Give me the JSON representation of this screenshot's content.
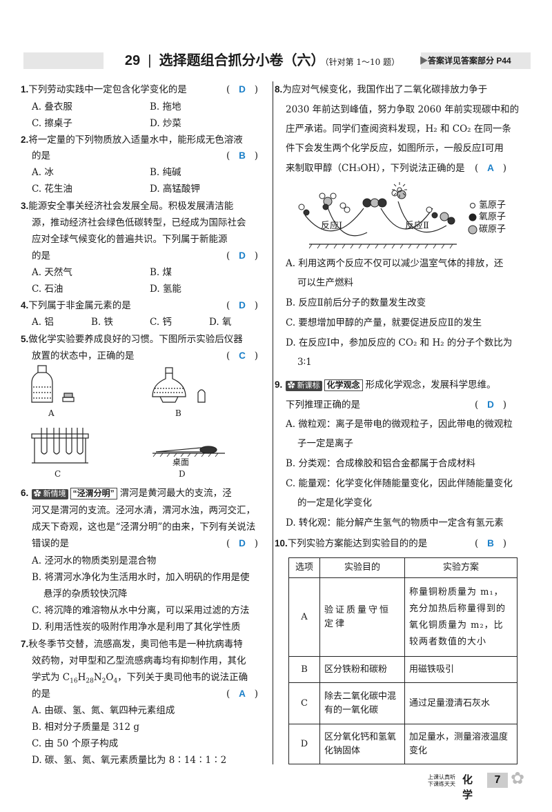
{
  "header": {
    "number": "29",
    "title": "选择题组合抓分小卷（六）",
    "scope": "（针对第 1～10 题）",
    "answer_ref": "答案详见答案部分 P44"
  },
  "q1": {
    "num": "1.",
    "stem": "下列劳动实践中一定包含化学变化的是",
    "answer": "D",
    "A": "A. 叠衣服",
    "B": "B. 拖地",
    "C": "C. 擦桌子",
    "D": "D. 炒菜"
  },
  "q2": {
    "num": "2.",
    "stem1": "将一定量的下列物质放入适量水中，能形成无色溶液",
    "stem2": "的是",
    "answer": "B",
    "A": "A. 冰",
    "B": "B. 纯碱",
    "C": "C. 花生油",
    "D": "D. 高锰酸钾"
  },
  "q3": {
    "num": "3.",
    "stem1": "能源安全事关经济社会发展全局。积极发展清洁能",
    "stem2": "源，推动经济社会绿色低碳转型，已经成为国际社会",
    "stem3": "应对全球气候变化的普遍共识。下列属于新能源",
    "stem4": "的是",
    "answer": "D",
    "A": "A. 天然气",
    "B": "B. 煤",
    "C": "C. 石油",
    "D": "D. 氢能"
  },
  "q4": {
    "num": "4.",
    "stem": "下列属于非金属元素的是",
    "answer": "D",
    "A": "A. 铝",
    "B": "B. 铁",
    "C": "C. 钙",
    "D": "D. 氧"
  },
  "q5": {
    "num": "5.",
    "stem1": "做化学实验要养成良好的习惯。下图所示实验后仪器",
    "stem2": "放置的状态中，正确的是",
    "answer": "C",
    "labA": "A",
    "labB": "B",
    "labC": "C",
    "labD": "D",
    "desk": "桌面"
  },
  "q6": {
    "num": "6.",
    "tag": "新情境",
    "tag_title": "“泾渭分明”",
    "stem1": "渭河是黄河最大的支流，泾",
    "stem2": "河又是渭河的支流。泾河水清，渭河水浊，两河交汇，",
    "stem3": "成天下奇观，这也是“泾渭分明”的由来，下列有关说法",
    "stem4": "错误的是",
    "answer": "D",
    "A": "A. 泾河水的物质类别是混合物",
    "B1": "B. 将渭河水净化为生活用水时，加入明矾的作用是使",
    "B2": "悬浮的杂质较快沉降",
    "C": "C. 将沉降的难溶物从水中分离，可以采用过滤的方法",
    "D": "D. 利用活性炭的吸附作用净水是利用了其化学性质"
  },
  "q7": {
    "num": "7.",
    "stem1": "秋冬季节交替，流感高发，奥司他韦是一种抗病毒特",
    "stem2": "效药物，对甲型和乙型流感病毒均有抑制作用，其化",
    "stem3a": "学式为 C",
    "s16": "16",
    "h": "H",
    "s28": "28",
    "n": "N",
    "s2": "2",
    "o": "O",
    "s4": "4",
    "stem3b": "，下列关于奥司他韦的说法正确",
    "stem4": "的是",
    "answer": "A",
    "A": "A. 由碳、氢、氮、氧四种元素组成",
    "B": "B. 相对分子质量是 312 g",
    "C": "C. 由 50 个原子构成",
    "D": "D. 碳、氢、氮、氧元素质量比为 8∶14∶1∶2"
  },
  "q8": {
    "num": "8.",
    "stem1": "为应对气候变化，我国作出了二氧化碳排放力争于",
    "stem2": "2030 年前达到峰值，努力争取 2060 年前实现碳中和的",
    "stem3": "庄严承诺。同学们查阅资料发现，H₂ 和 CO₂ 在同一条",
    "stem4": "件下会发生两个化学反应，如图所示，一般反应Ⅰ可用",
    "stem5": "来制取甲醇（CH₃OH），下列说法正确的是",
    "answer": "A",
    "r1": "反应Ⅰ",
    "r2": "反应Ⅱ",
    "legend_h": "氢原子",
    "legend_o": "氧原子",
    "legend_c": "碳原子",
    "A1": "A. 利用这两个反应不仅可以减少温室气体的排放，还",
    "A2": "可以生产燃料",
    "B": "B. 反应Ⅱ前后分子的数量发生改变",
    "C": "C. 要想增加甲醇的产量，就要促进反应Ⅱ的发生",
    "D1": "D. 在反应Ⅰ中，参加反应的 CO₂ 和 H₂ 的分子个数比为",
    "D2": "3∶1"
  },
  "q9": {
    "num": "9.",
    "tag": "新课标",
    "tag_title": "化学观念",
    "stem1": "形成化学观念，发展科学思维。",
    "stem2": "下列推理正确的是",
    "answer": "D",
    "A1": "A. 微粒观：离子是带电的微观粒子，因此带电的微观粒",
    "A2": "子一定是离子",
    "B": "B. 分类观：合成橡胶和铝合金都属于合成材料",
    "C1": "C. 能量观：化学变化伴随能量变化，因此伴随能量变化",
    "C2": "的一定是化学变化",
    "D": "D. 转化观：能分解产生氢气的物质中一定含有氢元素"
  },
  "q10": {
    "num": "10.",
    "stem": "下列实验方案能达到实验目的的是",
    "answer": "B",
    "headers": [
      "选项",
      "实验目的",
      "实验方案"
    ],
    "rows": [
      [
        "A",
        "验证质量守恒定律",
        "称量铜粉质量为 m₁，充分加热后称量得到的氧化铜质量为 m₂，比较两者数值的大小"
      ],
      [
        "B",
        "区分铁粉和碳粉",
        "用磁铁吸引"
      ],
      [
        "C",
        "除去二氧化碳中混有的一氧化碳",
        "通过足量澄清石灰水"
      ],
      [
        "D",
        "区分氧化钙和氢氧化钠固体",
        "加足量水，测量溶液温度变化"
      ]
    ]
  },
  "footer": {
    "slogan1": "上课认真听",
    "slogan2": "下课练天天",
    "subject": "化学",
    "page": "7"
  },
  "colors": {
    "answer": "#1a7fc8",
    "header_bar": "#e6e6e6"
  }
}
